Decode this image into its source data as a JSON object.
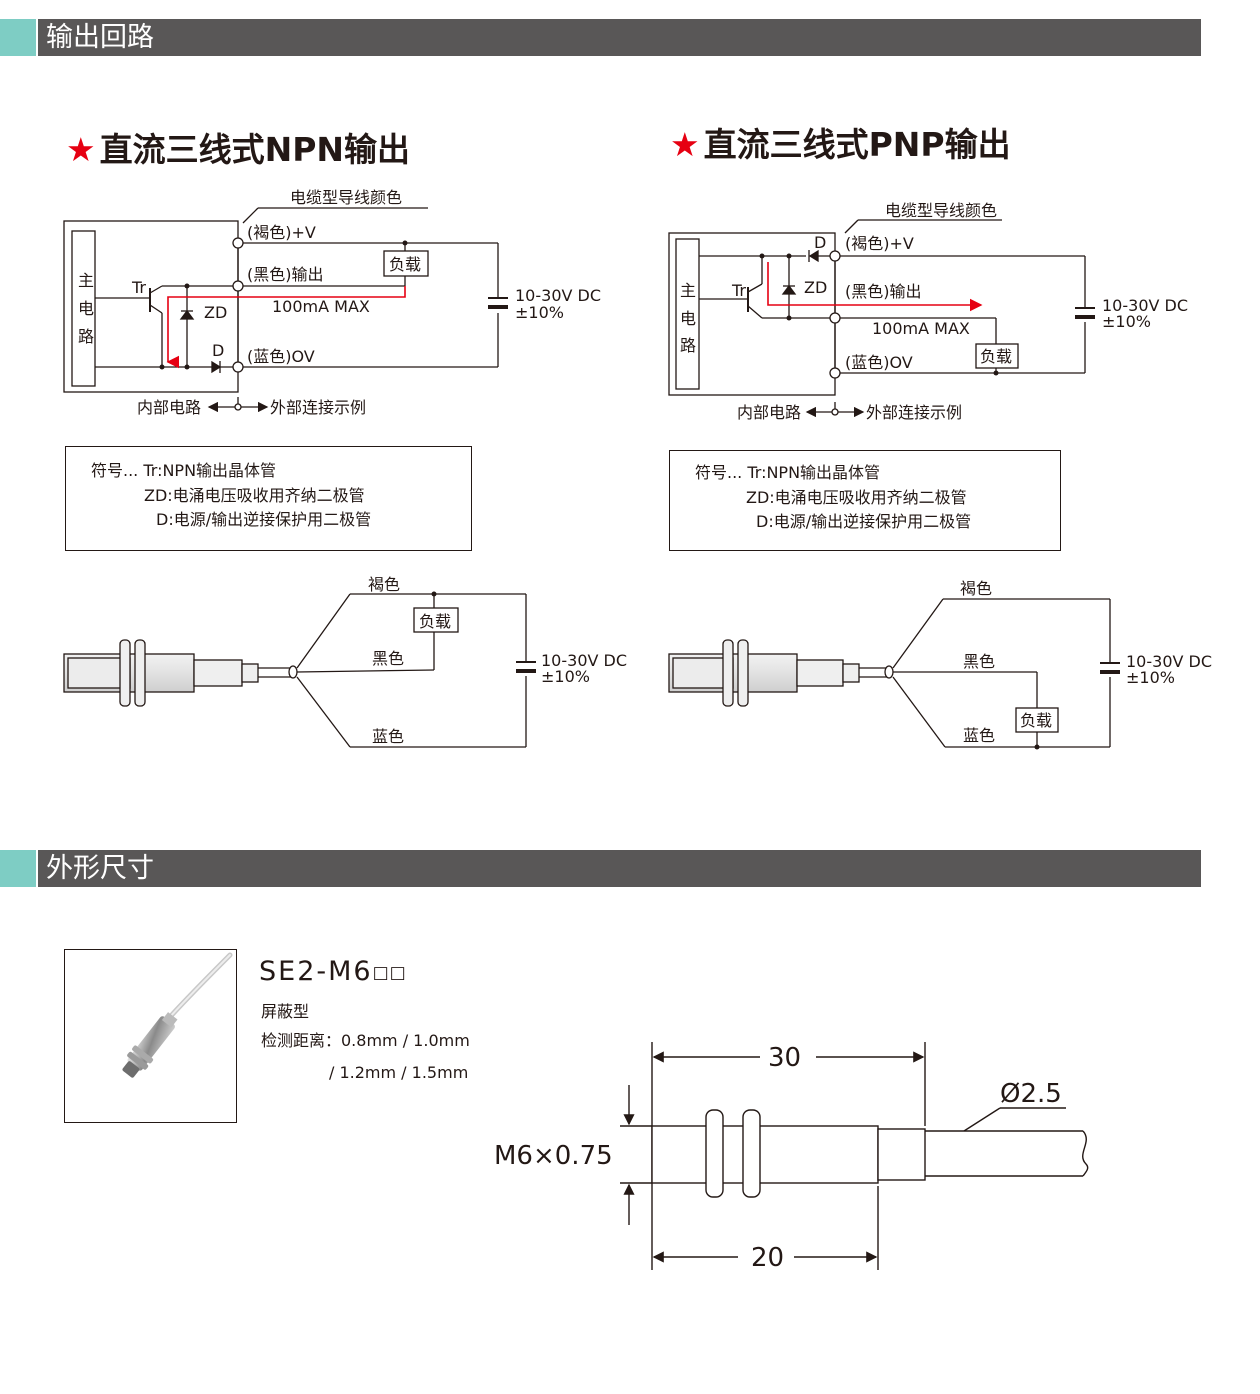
{
  "sections": {
    "output_circuit": "输出回路",
    "dimensions": "外形尺寸"
  },
  "npn": {
    "title_star": "★",
    "title": "直流三线式NPN输出",
    "cable_label": "电缆型导线颜色",
    "main_circuit": [
      "主",
      "电",
      "路"
    ],
    "brown_v": "(褐色)+V",
    "black_out": "(黑色)输出",
    "blue_0v": "(蓝色)OV",
    "load": "负载",
    "tr": "Tr",
    "zd": "ZD",
    "d": "D",
    "max_current": "100mA MAX",
    "supply": "10-30V DC",
    "tolerance": "±10%",
    "internal": "内部电路",
    "external": "外部连接示例",
    "legend": [
      "符号...   Tr:NPN输出晶体管",
      "ZD:电涌电压吸收用齐纳二极管",
      "D:电源/输出逆接保护用二极管"
    ],
    "wire_brown": "褐色",
    "wire_black": "黑色",
    "wire_blue": "蓝色"
  },
  "pnp": {
    "title_star": "★",
    "title": "直流三线式PNP输出",
    "cable_label": "电缆型导线颜色",
    "main_circuit": [
      "主",
      "电",
      "路"
    ],
    "brown_v": "(褐色)+V",
    "black_out": "(黑色)输出",
    "blue_0v": "(蓝色)OV",
    "load": "负载",
    "tr": "Tr",
    "zd": "ZD",
    "d": "D",
    "max_current": "100mA MAX",
    "supply": "10-30V DC",
    "tolerance": "±10%",
    "internal": "内部电路",
    "external": "外部连接示例",
    "legend": [
      "符号...   Tr:NPN输出晶体管",
      "ZD:电涌电压吸收用齐纳二极管",
      "D:电源/输出逆接保护用二极管"
    ],
    "wire_brown": "褐色",
    "wire_black": "黑色",
    "wire_blue": "蓝色"
  },
  "product": {
    "model": "SE2-M6",
    "model_suffix": "□□",
    "type": "屏蔽型",
    "distance_line1": "检测距离：0.8mm / 1.0mm",
    "distance_line2": "/ 1.2mm / 1.5mm"
  },
  "dimensions": {
    "total_length": "30",
    "body_length": "20",
    "thread": "M6×0.75",
    "cable_dia": "Ø2.5"
  },
  "colors": {
    "accent_red": "#e60012",
    "teal": "#7ecdc4",
    "bar_gray": "#595757",
    "ink": "#231815"
  }
}
